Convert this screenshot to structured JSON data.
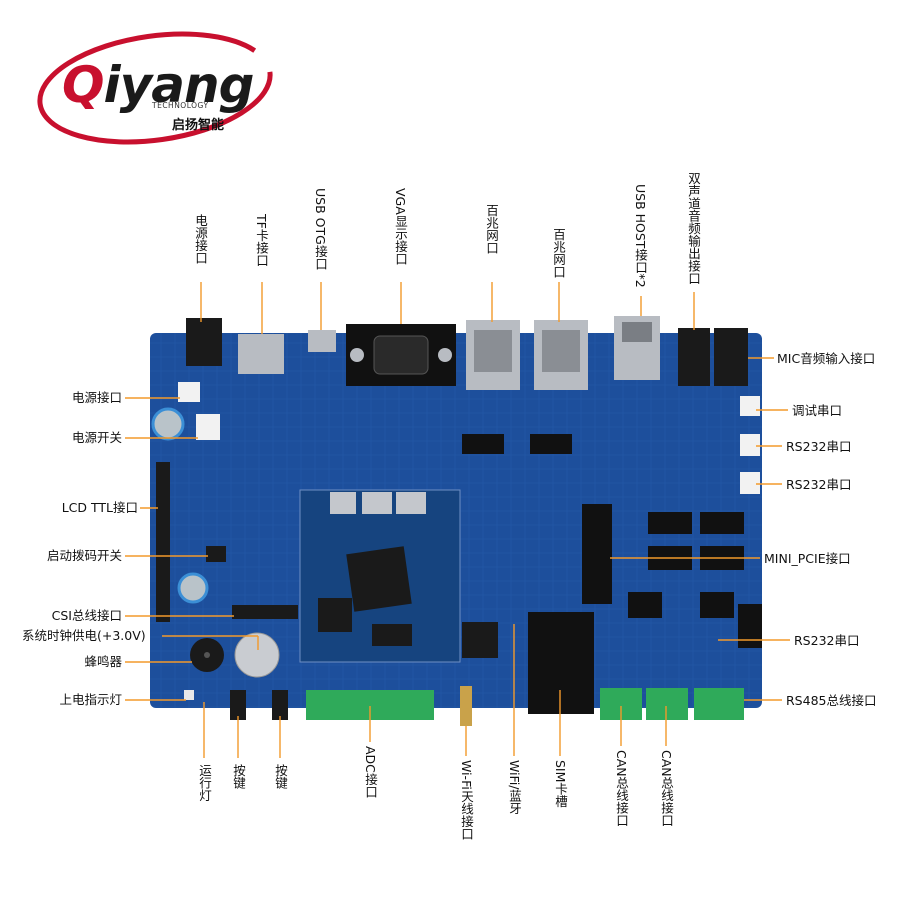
{
  "logo": {
    "brand_q": "Q",
    "brand_rest": "iyang",
    "tagline": "TECHNOLOGY",
    "cn_name": "启扬智能",
    "swoosh_color": "#c8102e"
  },
  "colors": {
    "board": "#1d4f9c",
    "board_dark": "#163d7a",
    "pointer": "#f39a2b",
    "terminal": "#2faa5a",
    "chip": "#1a1a1a",
    "metal": "#b8bcc2"
  },
  "labels": {
    "top": {
      "power_jack": "电源接口",
      "tf_card": "TF卡接口",
      "usb_otg": "USB OTG接口",
      "vga": "VGA显示接口",
      "ethernet1": "百兆网口",
      "ethernet2": "百兆网口",
      "usb_host": "USB HOST接口*2",
      "audio_out": "双声道音频输出接口"
    },
    "left": {
      "power_port": "电源接口",
      "power_switch": "电源开关",
      "lcd_ttl": "LCD TTL接口",
      "boot_dip": "启动拨码开关",
      "csi_bus": "CSI总线接口",
      "rtc_supply": "系统时钟供电(+3.0V)",
      "buzzer": "蜂鸣器",
      "power_led": "上电指示灯"
    },
    "right": {
      "mic_in": "MIC音频输入接口",
      "debug_uart": "调试串口",
      "rs232_1": "RS232串口",
      "rs232_2": "RS232串口",
      "mini_pcie": "MINI_PCIE接口",
      "rs232_3": "RS232串口",
      "rs485": "RS485总线接口"
    },
    "bottom": {
      "run_led": "运行灯",
      "key1": "按键",
      "key2": "按键",
      "adc": "ADC接口",
      "wifi_antenna": "Wi-Fi天线接口",
      "wifi_bt": "WiFi/蓝牙",
      "sim_slot": "SIM卡槽",
      "can1": "CAN总线接口",
      "can2": "CAN总线接口"
    }
  }
}
